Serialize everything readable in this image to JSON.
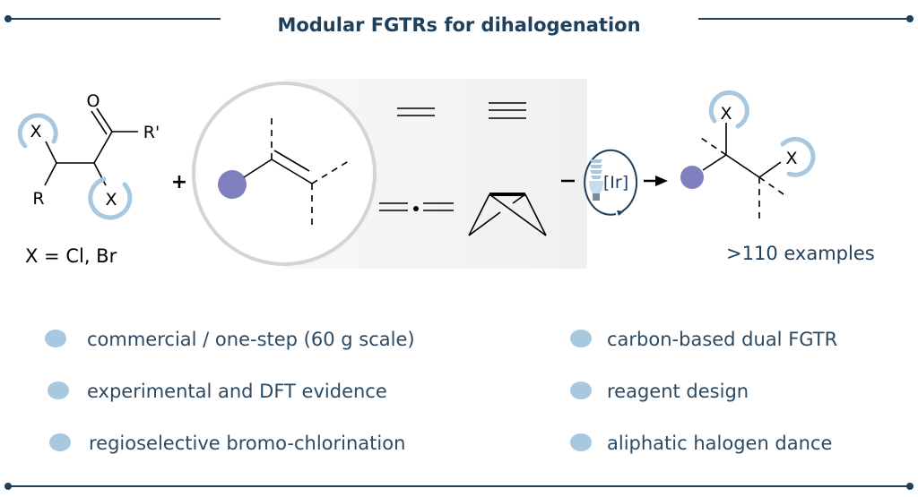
{
  "title": "Modular FGTRs for dihalogenation",
  "substrate": {
    "halogen_label": "X",
    "carbonyl_o": "O",
    "r_prime": "R'",
    "r_group": "R",
    "definition": "X = Cl, Br"
  },
  "plus": "+",
  "catalyst": "[Ir]",
  "product": {
    "halogen_label": "X",
    "examples": ">110 examples"
  },
  "features_left": [
    "commercial / one-step (60 g scale)",
    "experimental and DFT evidence",
    "regioselective bromo-chlorination"
  ],
  "features_right": [
    "carbon-based dual FGTR",
    "reagent design",
    "aliphatic halogen dance"
  ],
  "colors": {
    "navy": "#1f3f5b",
    "accent_blue": "#a8c8e0",
    "fg_purple": "#8080c0"
  }
}
